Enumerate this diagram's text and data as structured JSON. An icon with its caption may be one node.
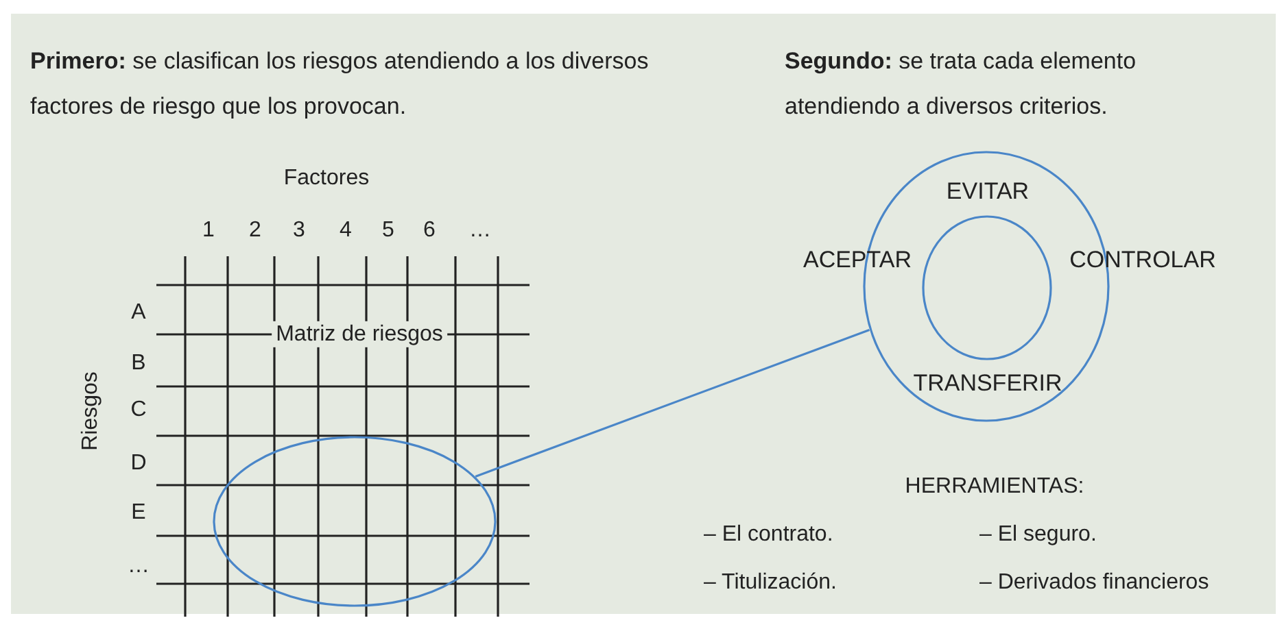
{
  "diagram": {
    "nodes": [
      {
        "text": [],
        "shape": "circle"
      },
      {
        "text": [],
        "shape": "circle"
      },
      {
        "text": [],
        "shape": "circle",
        "in": 1
      }
    ],
    "edges": [
      {
        "from": 0,
        "to": 1,
        "arrow": "none"
      }
    ],
    "labels": [
      "**Primero:** se clasifican los riesgos atendiendo a los diversos factores de riesgo que los provocan.",
      "**Segundo:** se trata cada elemento atendiendo a diversos criterios.",
      "Factores",
      "1",
      "2",
      "3",
      "4",
      "5",
      "6",
      "…",
      "A",
      "Matriz de riesgos",
      "B",
      "C",
      "D",
      "E",
      "…",
      "Riesgos",
      "EVITAR",
      "ACEPTAR",
      "CONTROLAR",
      "TRANSFERIR",
      "HERRAMIENTAS:",
      "– El contrato.",
      "– El seguro.",
      "– Titulización.",
      "– Derivados financieros"
    ]
  }
}
